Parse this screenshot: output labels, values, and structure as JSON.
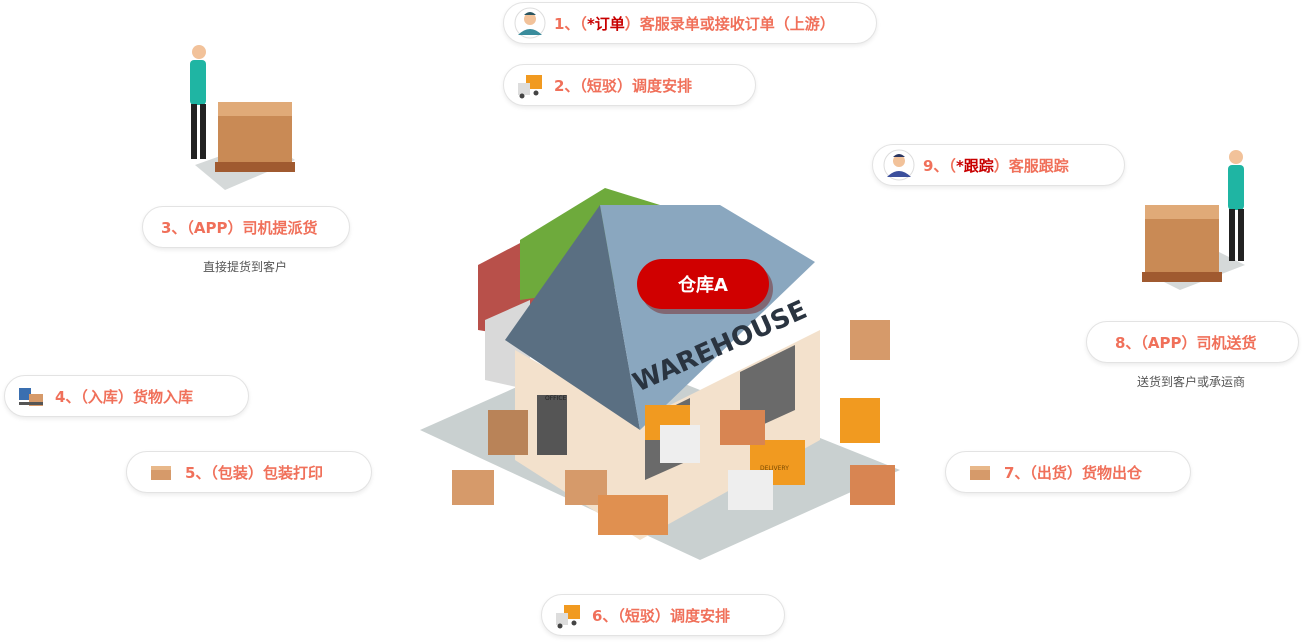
{
  "warehouse_label": "仓库A",
  "warehouse_sign": "WAREHOUSE",
  "office_sign": "OFFICE",
  "truck_sign": "DELIVERY",
  "steps": [
    {
      "prefix": "1、（",
      "highlight": "*订单",
      "suffix": "）客服录单或接收订单（上游）",
      "icon": "customer-service-avatar-icon"
    },
    {
      "prefix": "2、（短驳）调度安排",
      "highlight": "",
      "suffix": "",
      "icon": "delivery-truck-icon"
    },
    {
      "prefix": "3、（APP）司机提派货",
      "highlight": "",
      "suffix": "",
      "caption": "直接提货到客户"
    },
    {
      "prefix": "4、（入库）货物入库",
      "highlight": "",
      "suffix": "",
      "icon": "inbound-goods-icon"
    },
    {
      "prefix": "5、（包装）包装打印",
      "highlight": "",
      "suffix": "",
      "icon": "package-icon"
    },
    {
      "prefix": "6、（短驳）调度安排",
      "highlight": "",
      "suffix": "",
      "icon": "delivery-truck-icon"
    },
    {
      "prefix": "7、（出货）货物出仓",
      "highlight": "",
      "suffix": "",
      "icon": "package-icon"
    },
    {
      "prefix": "8、（APP）司机送货",
      "highlight": "",
      "suffix": "",
      "caption": "送货到客户或承运商"
    },
    {
      "prefix": "9、（",
      "highlight": "*跟踪",
      "suffix": "）客服跟踪",
      "icon": "customer-service-avatar-icon"
    }
  ],
  "colors": {
    "accent": "#f0705a",
    "highlight": "#c80000",
    "badge": "#d00000"
  }
}
